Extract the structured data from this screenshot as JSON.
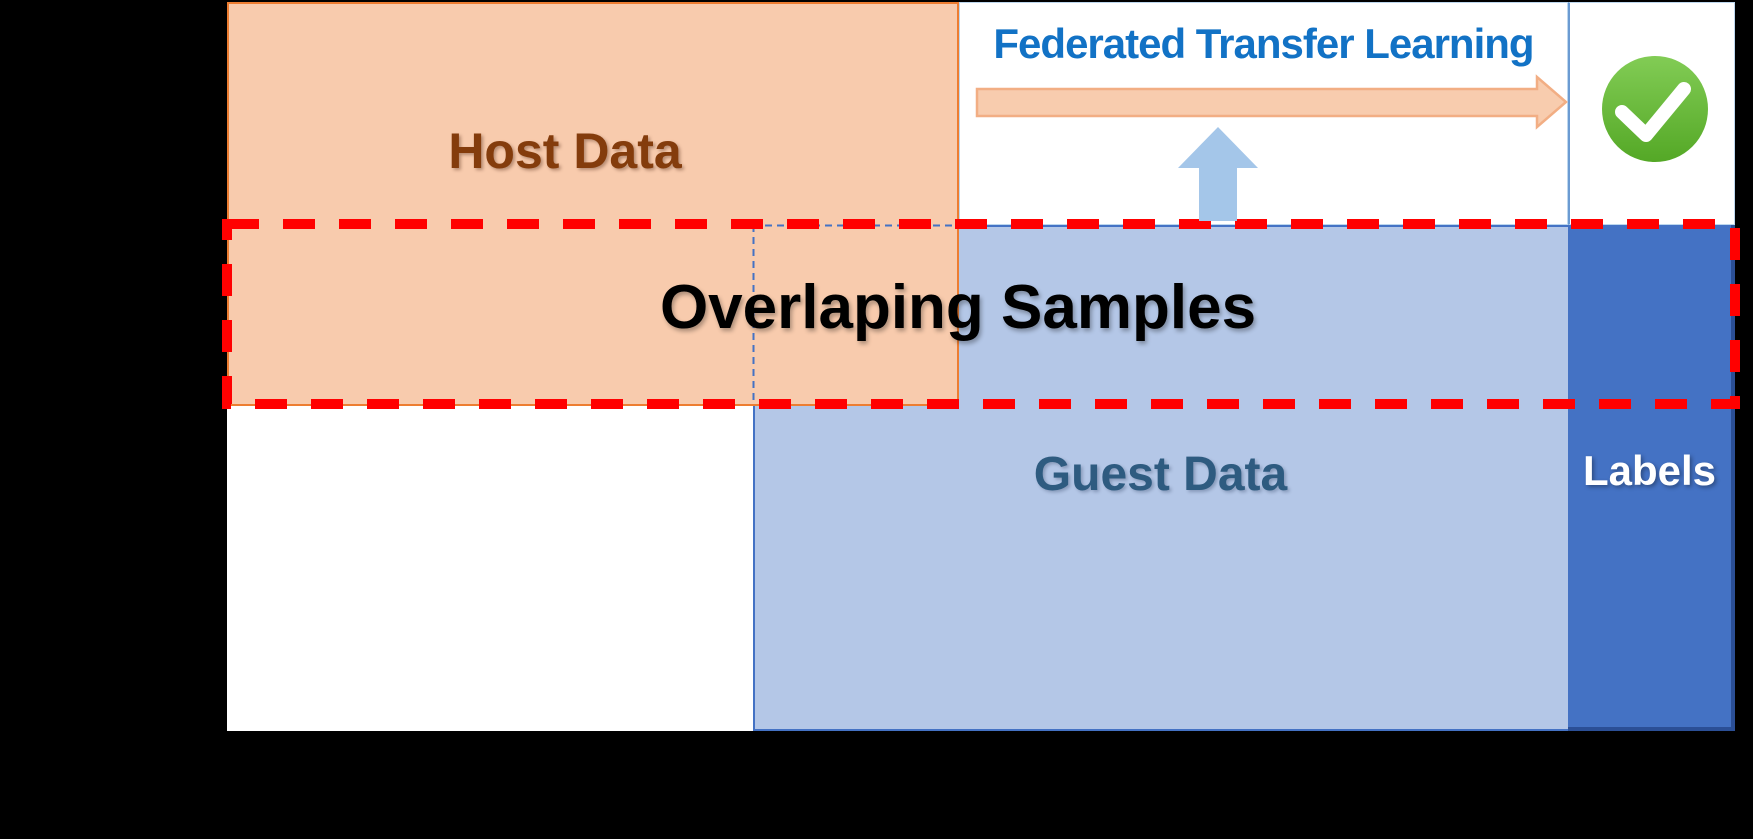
{
  "diagram": {
    "title": "Federated Transfer Learning"
  },
  "regions": {
    "host": {
      "label": "Host Data"
    },
    "guest": {
      "label": "Guest Data"
    },
    "labels_column": {
      "label": "Labels"
    },
    "overlap": {
      "label": "Overlaping Samples"
    }
  },
  "icons": [
    {
      "name": "right-arrow-icon",
      "meaning": "federated transfer learning flow from host/guest data to result"
    },
    {
      "name": "up-arrow-icon",
      "meaning": "overlapping samples feed into federated transfer learning"
    },
    {
      "name": "check-icon",
      "meaning": "successful labeled result"
    }
  ],
  "colors": {
    "background": "#000000",
    "host_fill": "#F8CBAD",
    "host_border": "#ED7D31",
    "host_text": "#843C0C",
    "guest_fill": "#B4C7E7",
    "guest_border": "#4472C4",
    "guest_text": "#2E5B80",
    "labels_fill": "#4472C4",
    "labels_border": "#2B4F96",
    "labels_text": "#FFFFFF",
    "overlap_border": "#FF0000",
    "overlap_text": "#000000",
    "ftl_text": "#1272C5",
    "right_arrow_fill": "#F8CCAE",
    "right_arrow_border": "#F2AE84",
    "up_arrow_fill": "#A4C6E9",
    "check_green_top": "#82CC55",
    "check_green_bottom": "#54A826",
    "check_mark": "#FFFFFF",
    "box_divider": "#6B9BD2",
    "white_box_border": "#BDD7EE"
  }
}
